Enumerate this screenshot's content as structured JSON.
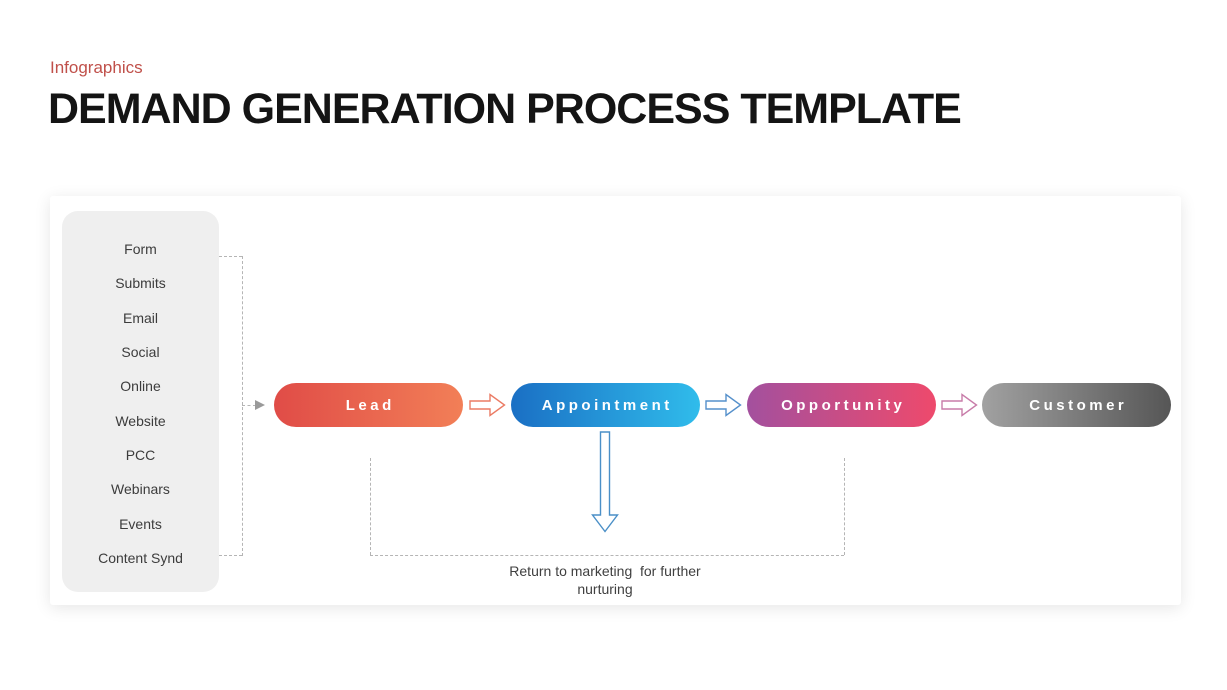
{
  "header": {
    "eyebrow": "Infographics",
    "title": "DEMAND GENERATION PROCESS TEMPLATE"
  },
  "sources": {
    "items": [
      "Form",
      "Submits",
      "Email",
      "Social",
      "Online",
      "Website",
      "PCC",
      "Webinars",
      "Events",
      "Content Synd"
    ]
  },
  "stages": [
    {
      "label": "Lead"
    },
    {
      "label": "Appointment"
    },
    {
      "label": "Opportunity"
    },
    {
      "label": "Customer"
    }
  ],
  "note": {
    "text": "Return to marketing  for further\nnurturing"
  },
  "colors": {
    "eyebrow_text": "#c0504a",
    "title_text": "#141414",
    "card_bg": "#ffffff",
    "panel_bg": "#efefef",
    "list_text": "#3c3c3c",
    "dash_line": "#b5b5b5",
    "dash_arrowhead": "#9a9a9a",
    "pill_text": "#ffffff",
    "lead_a": "#e04c47",
    "lead_b": "#f27f57",
    "appointment_a": "#1a6fc4",
    "appointment_b": "#30bceb",
    "opportunity_a": "#a3509e",
    "opportunity_b": "#ee4a6c",
    "customer_a": "#a1a1a1",
    "customer_b": "#565656",
    "arrow_lead_appointment": "#eb7b64",
    "arrow_appointment_opportunity": "#5590cb",
    "arrow_opportunity_customer": "#c87ca9",
    "down_arrow": "#4a8fc7",
    "note_text": "#404040"
  }
}
